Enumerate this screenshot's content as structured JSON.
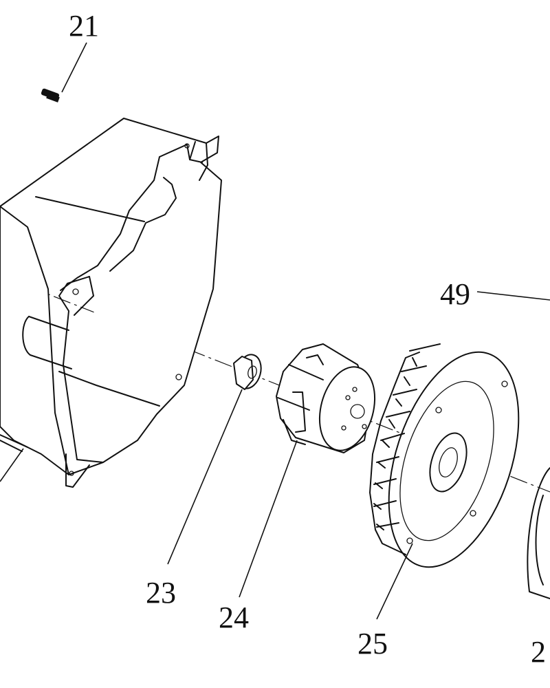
{
  "callouts": {
    "c21": "21",
    "c49": "49",
    "c23": "23",
    "c24": "24",
    "c25": "25",
    "c2x": "2"
  },
  "colors": {
    "line": "#111111",
    "background": "#ffffff"
  }
}
